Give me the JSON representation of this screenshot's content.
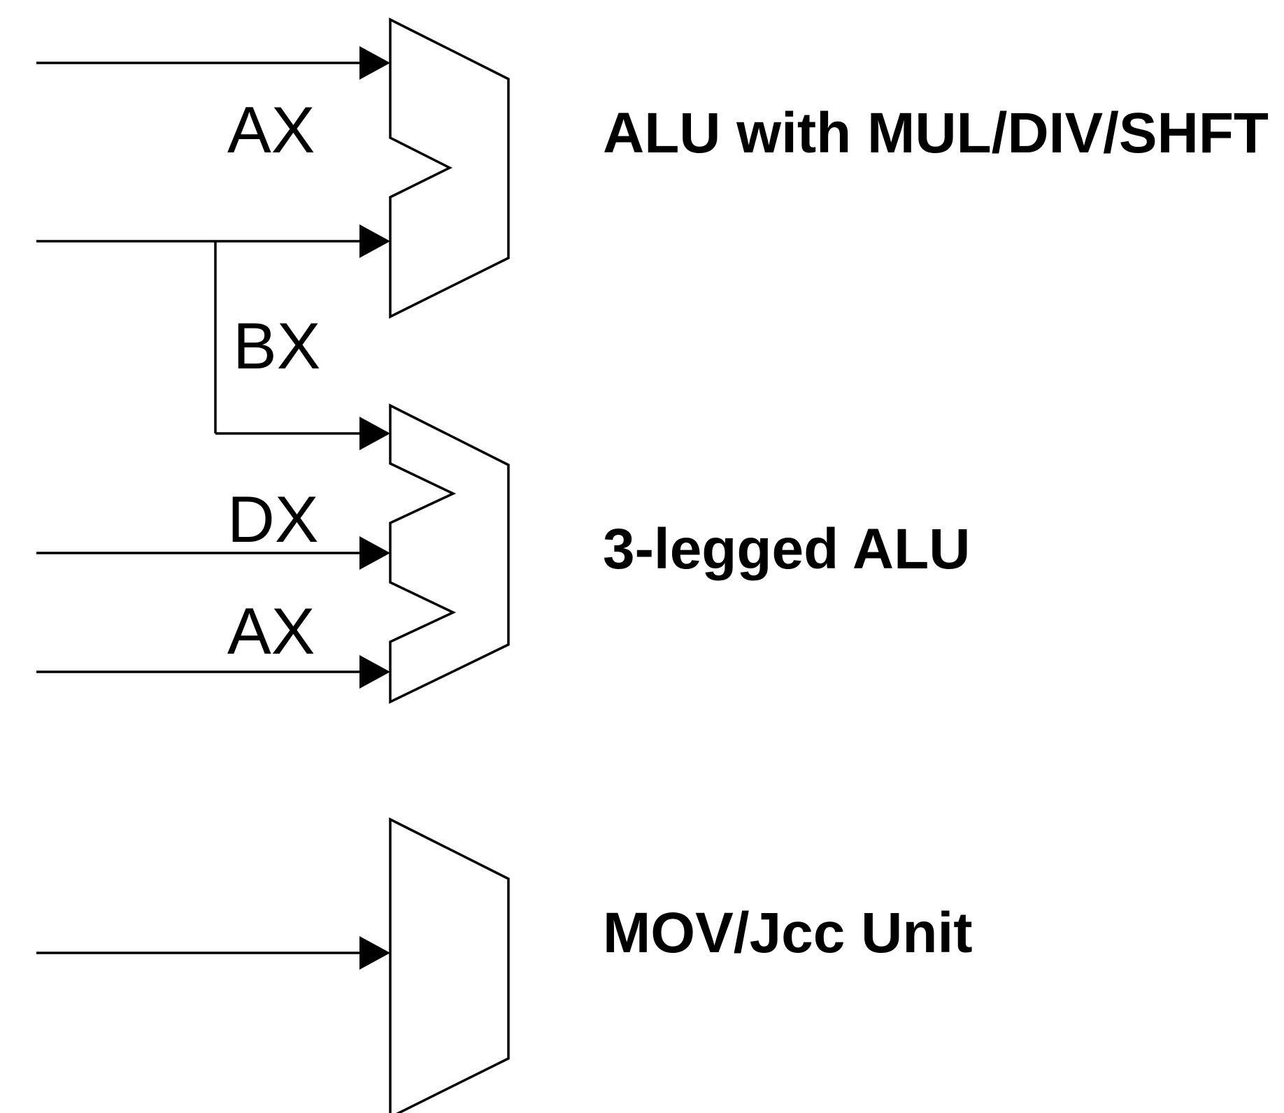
{
  "units": [
    {
      "id": "alu-mul-div-shft",
      "label": "ALU with MUL/DIV/SHFT",
      "input_labels": [
        "AX"
      ]
    },
    {
      "id": "three-legged-alu",
      "label": "3-legged ALU",
      "input_labels": [
        "DX",
        "AX"
      ]
    },
    {
      "id": "mov-jcc-unit",
      "label": "MOV/Jcc Unit",
      "input_labels": []
    }
  ],
  "shared_input_label": "BX",
  "colors": {
    "line": "#000000",
    "background": "#ffffff"
  }
}
